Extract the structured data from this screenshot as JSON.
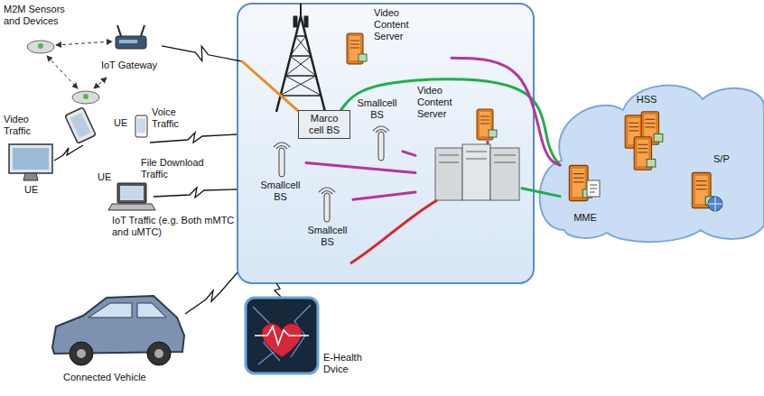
{
  "diagram": {
    "nodes": [
      {
        "text": [
          "IoT Gateway"
        ]
      },
      {
        "text": [
          "Video Content Server"
        ]
      },
      {
        "text": [
          "Marco cell BS"
        ]
      },
      {
        "text": [
          "Smallcell BS"
        ]
      },
      {
        "text": [
          "Video Content Server"
        ]
      },
      {
        "text": [
          "Smallcell BS"
        ]
      },
      {
        "text": [
          "Smallcell BS"
        ]
      },
      {
        "text": [
          "MME"
        ]
      },
      {
        "text": [
          "HSS"
        ]
      },
      {
        "text": [
          "S/P"
        ]
      }
    ],
    "edges": [
      {
        "from": 0,
        "to": 2,
        "arrow": "none"
      },
      {
        "from": 2,
        "to": 7,
        "arrow": "none"
      },
      {
        "from": 1,
        "to": 7,
        "arrow": "none"
      },
      {
        "from": 3,
        "to": 4,
        "arrow": "none"
      },
      {
        "from": 5,
        "to": 4,
        "arrow": "none"
      },
      {
        "from": 6,
        "to": 4,
        "arrow": "none"
      },
      {
        "from": 4,
        "to": 7,
        "arrow": "none"
      }
    ],
    "labels": [
      "M2M Sensors and Devices",
      "Video Traffic",
      "UE",
      "UE",
      "Voice Traffic",
      "File Download Traffic",
      "UE",
      "IoT Traffic (e.g. Both mMTC and uMTC)",
      "Connected Vehicle",
      "E-Health Dvice"
    ]
  }
}
